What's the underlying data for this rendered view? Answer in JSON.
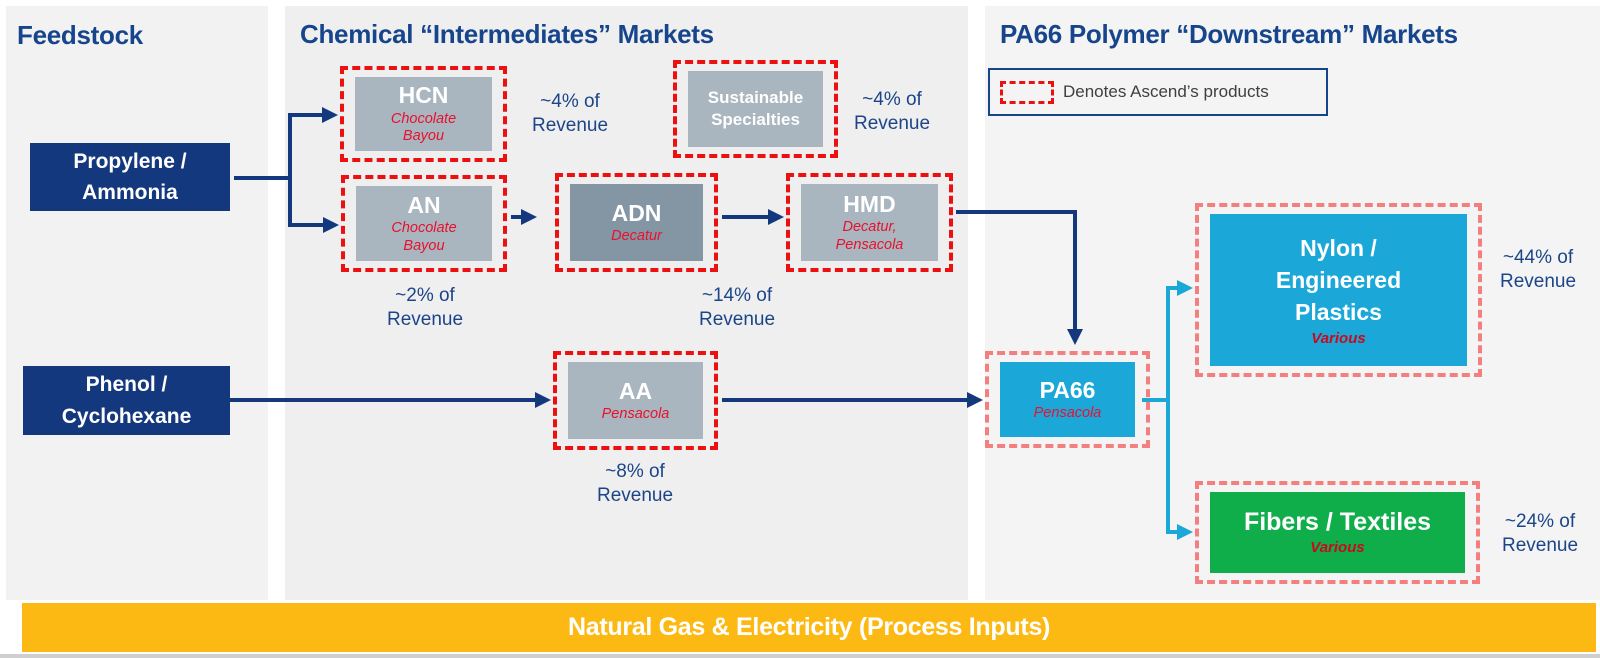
{
  "titles": {
    "feedstock": "Feedstock",
    "intermediates": "Chemical “Intermediates” Markets",
    "downstream": "PA66 Polymer “Downstream” Markets"
  },
  "legend": {
    "label": "Denotes Ascend’s products"
  },
  "feedstocks": {
    "propylene": {
      "label": "Propylene /\nAmmonia"
    },
    "phenol": {
      "label": "Phenol /\nCyclohexane"
    }
  },
  "nodes": {
    "hcn": {
      "name": "HCN",
      "location": "Chocolate\nBayou",
      "revenue": "~4% of\nRevenue"
    },
    "sustainable": {
      "name": "Sustainable\nSpecialties",
      "revenue": "~4% of\nRevenue"
    },
    "an": {
      "name": "AN",
      "location": "Chocolate\nBayou",
      "revenue": "~2% of\nRevenue"
    },
    "adn": {
      "name": "ADN",
      "location": "Decatur",
      "revenue": "~14% of\nRevenue"
    },
    "hmd": {
      "name": "HMD",
      "location": "Decatur,\nPensacola"
    },
    "aa": {
      "name": "AA",
      "location": "Pensacola",
      "revenue": "~8% of\nRevenue"
    },
    "pa66": {
      "name": "PA66",
      "location": "Pensacola"
    },
    "nylon": {
      "name": "Nylon /\nEngineered\nPlastics",
      "location": "Various",
      "revenue": "~44% of\nRevenue"
    },
    "fibers": {
      "name": "Fibers / Textiles",
      "location": "Various",
      "revenue": "~24% of\nRevenue"
    }
  },
  "footer": {
    "label": "Natural Gas & Electricity (Process Inputs)"
  },
  "colors": {
    "navy": "#14387d",
    "navy-title": "#17458c",
    "navy-text": "#1c4587",
    "red": "#ec1111",
    "salmon": "#f47f7f",
    "red-text": "#e8112d",
    "red-dark": "#c80a1e",
    "cyan": "#1ba8d9",
    "green": "#0fae4b",
    "orange": "#fdb913",
    "graybox": "#a9b5bf",
    "graybox-dark": "#8496a4"
  }
}
